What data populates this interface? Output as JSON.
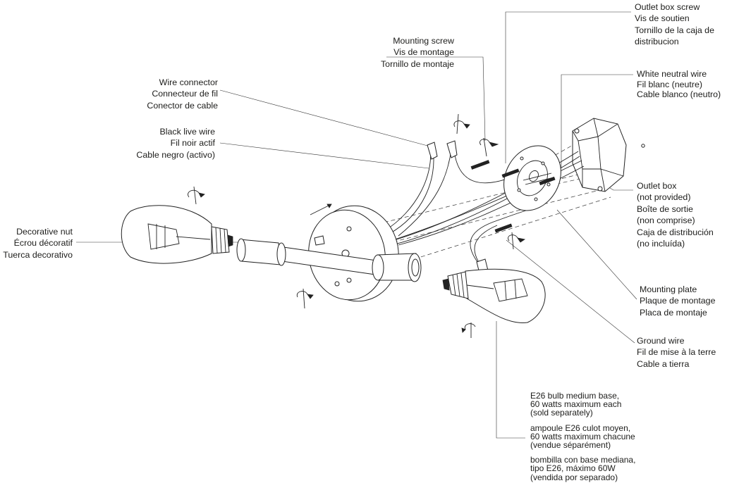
{
  "labels": {
    "outlet_box_screw": [
      "Outlet box screw",
      "Vis de soutien",
      "Tornillo de la caja de",
      "distribucion"
    ],
    "mounting_screw": [
      "Mounting screw",
      "Vis de montage",
      "Tornillo de montaje"
    ],
    "white_neutral_wire": [
      "White neutral wire",
      "Fil blanc (neutre)",
      "Cable blanco (neutro)"
    ],
    "wire_connector": [
      "Wire connector",
      "Connecteur de fil",
      "Conector de cable"
    ],
    "black_live_wire": [
      "Black live wire",
      "Fil noir actif",
      "Cable negro (activo)"
    ],
    "outlet_box": [
      "Outlet box",
      "(not provided)",
      "Boîte de sortie",
      "(non comprise)",
      "Caja de distribución",
      "(no incluída)"
    ],
    "decorative_nut": [
      "Decorative nut",
      "Écrou décoratif",
      "Tuerca decorativo"
    ],
    "mounting_plate": [
      "Mounting plate",
      "Plaque de montage",
      "Placa de montaje"
    ],
    "ground_wire": [
      "Ground wire",
      "Fil de mise à la terre",
      "Cable a tierra"
    ]
  },
  "bulb_info": {
    "en": [
      "E26 bulb medium base,",
      "60 watts maximum each",
      "(sold separately)"
    ],
    "fr": [
      "ampoule E26 culot moyen,",
      "60 watts maximum chacune",
      "(vendue séparément)"
    ],
    "es": [
      "bombilla con base mediana,",
      "tipo E26, máximo 60W",
      "(vendida por separado)"
    ]
  }
}
